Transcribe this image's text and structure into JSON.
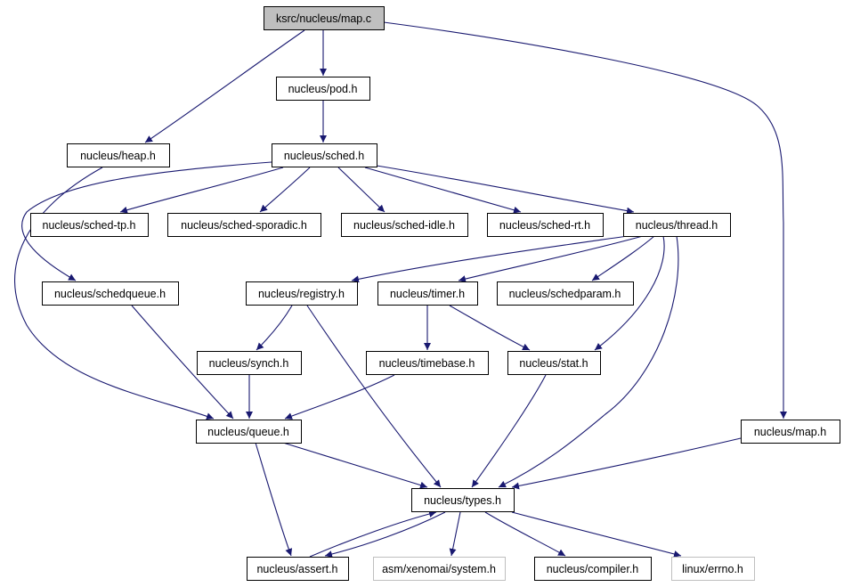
{
  "diagram": {
    "colors": {
      "edge": "#191970",
      "root_fill": "#bfbfbf",
      "external_border": "#bfbfbf"
    },
    "nodes": [
      {
        "id": "map_c",
        "label": "ksrc/nucleus/map.c",
        "kind": "root"
      },
      {
        "id": "pod",
        "label": "nucleus/pod.h"
      },
      {
        "id": "heap",
        "label": "nucleus/heap.h"
      },
      {
        "id": "sched",
        "label": "nucleus/sched.h"
      },
      {
        "id": "sched_tp",
        "label": "nucleus/sched-tp.h"
      },
      {
        "id": "sched_sporadic",
        "label": "nucleus/sched-sporadic.h"
      },
      {
        "id": "sched_idle",
        "label": "nucleus/sched-idle.h"
      },
      {
        "id": "sched_rt",
        "label": "nucleus/sched-rt.h"
      },
      {
        "id": "thread",
        "label": "nucleus/thread.h"
      },
      {
        "id": "schedqueue",
        "label": "nucleus/schedqueue.h"
      },
      {
        "id": "registry",
        "label": "nucleus/registry.h"
      },
      {
        "id": "timer",
        "label": "nucleus/timer.h"
      },
      {
        "id": "schedparam",
        "label": "nucleus/schedparam.h"
      },
      {
        "id": "synch",
        "label": "nucleus/synch.h"
      },
      {
        "id": "timebase",
        "label": "nucleus/timebase.h"
      },
      {
        "id": "stat",
        "label": "nucleus/stat.h"
      },
      {
        "id": "queue",
        "label": "nucleus/queue.h"
      },
      {
        "id": "map_h",
        "label": "nucleus/map.h"
      },
      {
        "id": "types",
        "label": "nucleus/types.h"
      },
      {
        "id": "assert",
        "label": "nucleus/assert.h"
      },
      {
        "id": "system",
        "label": "asm/xenomai/system.h",
        "kind": "external"
      },
      {
        "id": "compiler",
        "label": "nucleus/compiler.h"
      },
      {
        "id": "errno",
        "label": "linux/errno.h",
        "kind": "external"
      }
    ],
    "edges": [
      {
        "from": "map_c",
        "to": "pod"
      },
      {
        "from": "map_c",
        "to": "heap"
      },
      {
        "from": "map_c",
        "to": "map_h"
      },
      {
        "from": "pod",
        "to": "sched"
      },
      {
        "from": "heap",
        "to": "queue"
      },
      {
        "from": "sched",
        "to": "sched_tp"
      },
      {
        "from": "sched",
        "to": "sched_sporadic"
      },
      {
        "from": "sched",
        "to": "sched_idle"
      },
      {
        "from": "sched",
        "to": "sched_rt"
      },
      {
        "from": "sched",
        "to": "thread"
      },
      {
        "from": "sched",
        "to": "schedqueue"
      },
      {
        "from": "thread",
        "to": "registry"
      },
      {
        "from": "thread",
        "to": "timer"
      },
      {
        "from": "thread",
        "to": "schedparam"
      },
      {
        "from": "thread",
        "to": "stat"
      },
      {
        "from": "thread",
        "to": "types"
      },
      {
        "from": "schedqueue",
        "to": "queue"
      },
      {
        "from": "registry",
        "to": "synch"
      },
      {
        "from": "registry",
        "to": "types"
      },
      {
        "from": "timer",
        "to": "timebase"
      },
      {
        "from": "timer",
        "to": "stat"
      },
      {
        "from": "synch",
        "to": "queue"
      },
      {
        "from": "timebase",
        "to": "queue"
      },
      {
        "from": "stat",
        "to": "types"
      },
      {
        "from": "queue",
        "to": "types"
      },
      {
        "from": "queue",
        "to": "assert"
      },
      {
        "from": "map_h",
        "to": "types"
      },
      {
        "from": "types",
        "to": "assert"
      },
      {
        "from": "assert",
        "to": "types"
      },
      {
        "from": "types",
        "to": "system"
      },
      {
        "from": "types",
        "to": "compiler"
      },
      {
        "from": "types",
        "to": "errno"
      }
    ]
  }
}
